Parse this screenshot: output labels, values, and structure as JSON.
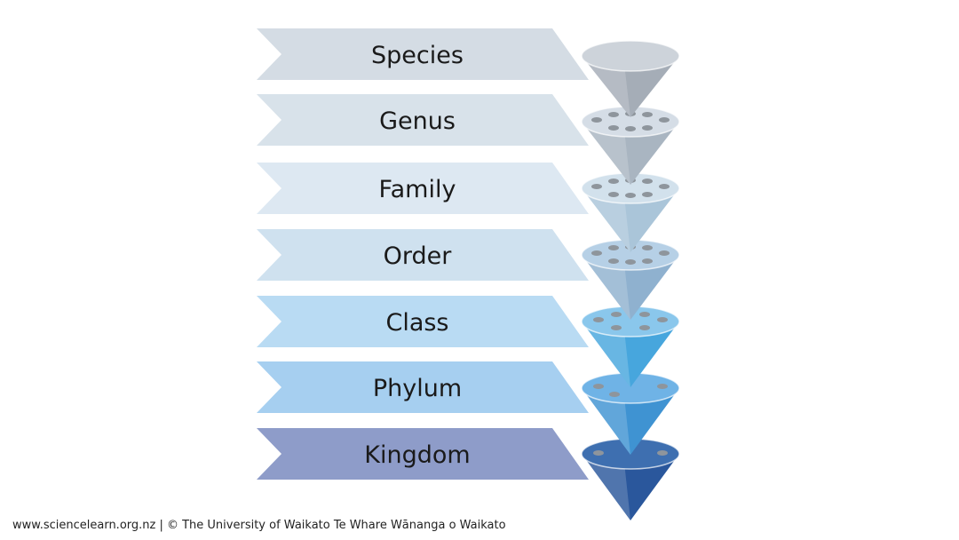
{
  "ranks": [
    {
      "label": "Species",
      "banner_color": "#d4dce4",
      "cone_top": "#cdd3da",
      "cone_side": "#a5adb7",
      "holes": 0
    },
    {
      "label": "Genus",
      "banner_color": "#d8e2ea",
      "cone_top": "#d5dde6",
      "cone_side": "#a9b5c1",
      "holes": 8
    },
    {
      "label": "Family",
      "banner_color": "#dde8f2",
      "cone_top": "#d2e1ec",
      "cone_side": "#aac5d9",
      "holes": 8
    },
    {
      "label": "Order",
      "banner_color": "#cfe1ef",
      "cone_top": "#b6d0e6",
      "cone_side": "#8fb1cf",
      "holes": 8
    },
    {
      "label": "Class",
      "banner_color": "#b9dbf3",
      "cone_top": "#8ac7ec",
      "cone_side": "#47a6dd",
      "holes": 6
    },
    {
      "label": "Phylum",
      "banner_color": "#a6cff0",
      "cone_top": "#6fb3e6",
      "cone_side": "#3f93d2",
      "holes": 3
    },
    {
      "label": "Kingdom",
      "banner_color": "#8e9cc9",
      "cone_top": "#3e6fb0",
      "cone_side": "#2a579c",
      "holes": 2
    }
  ],
  "footer": {
    "text": "www.sciencelearn.org.nz | © The University of Waikato Te Whare Wānanga o Waikato"
  }
}
